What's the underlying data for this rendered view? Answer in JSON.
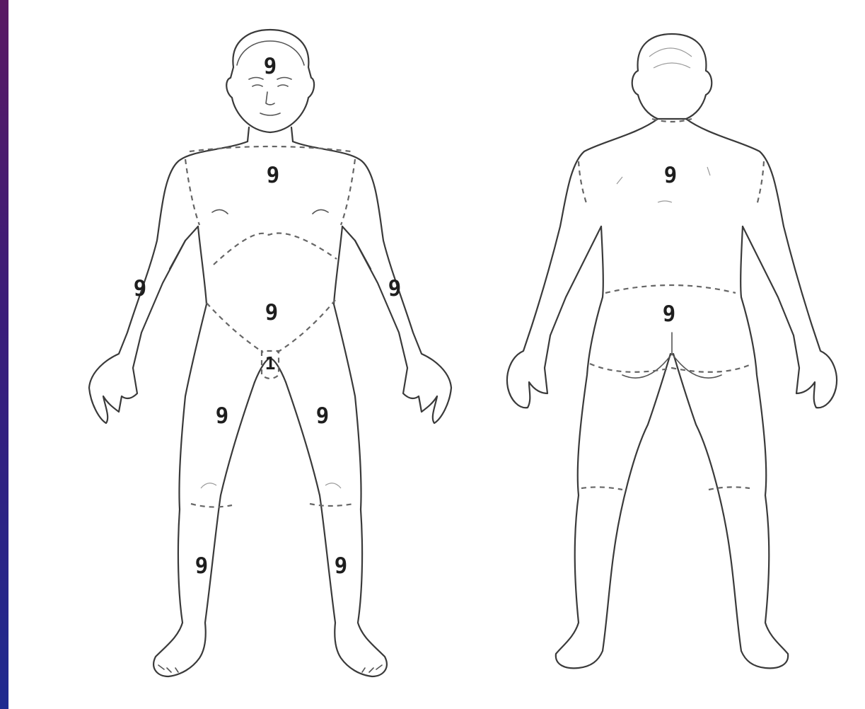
{
  "front_view": {
    "head": "9",
    "chest": "9",
    "right_arm": "9",
    "left_arm": "9",
    "abdomen": "9",
    "genital": "1",
    "right_thigh": "9",
    "left_thigh": "9",
    "right_leg": "9",
    "left_leg": "9"
  },
  "back_view": {
    "upper_back": "9",
    "lower_back": "9"
  }
}
